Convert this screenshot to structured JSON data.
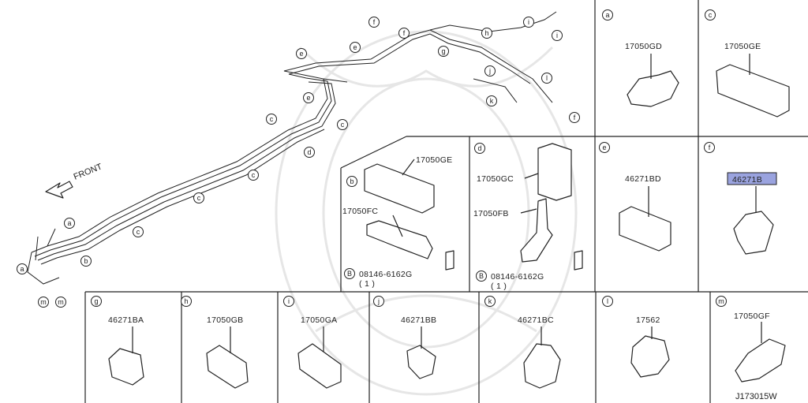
{
  "front_label": "FRONT",
  "diagram_code": "J173015W",
  "highlight_color": "#9aa3df",
  "panels": {
    "a": {
      "letter": "a",
      "parts": [
        "17050GD"
      ]
    },
    "c": {
      "letter": "c",
      "parts": [
        "17050GE"
      ]
    },
    "b": {
      "letter": "b",
      "parts": [
        "17050GE",
        "17050FC"
      ],
      "bolt": "B",
      "bolt_part": "08146-6162G",
      "qty": "( 1 )"
    },
    "d": {
      "letter": "d",
      "parts": [
        "17050GC",
        "17050FB"
      ],
      "bolt": "B",
      "bolt_part": "08146-6162G",
      "qty": "( 1 )"
    },
    "e": {
      "letter": "e",
      "parts": [
        "46271BD"
      ]
    },
    "f": {
      "letter": "f",
      "parts": [
        "46271B"
      ]
    },
    "g": {
      "letter": "g",
      "parts": [
        "46271BA"
      ]
    },
    "h": {
      "letter": "h",
      "parts": [
        "17050GB"
      ]
    },
    "i": {
      "letter": "i",
      "parts": [
        "17050GA"
      ]
    },
    "j": {
      "letter": "j",
      "parts": [
        "46271BB"
      ]
    },
    "k": {
      "letter": "k",
      "parts": [
        "46271BC"
      ]
    },
    "l": {
      "letter": "l",
      "parts": [
        "17562"
      ]
    },
    "m": {
      "letter": "m",
      "parts": [
        "17050GF"
      ]
    }
  },
  "callouts": {
    "a": "a",
    "b": "b",
    "c": "c",
    "d": "d",
    "e": "e",
    "f": "f",
    "g": "g",
    "h": "h",
    "i": "i",
    "j": "j",
    "k": "k",
    "l": "l",
    "m": "m"
  }
}
